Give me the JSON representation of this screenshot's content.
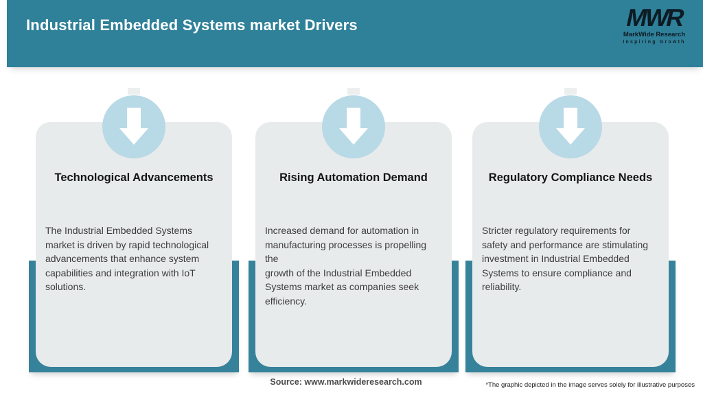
{
  "header": {
    "title": "Industrial Embedded Systems market Drivers",
    "logo": {
      "acronym": "MWR",
      "name": "MarkWide Research",
      "tagline": "Inspiring Growth"
    }
  },
  "cards": [
    {
      "icon": "down-arrow-icon",
      "title": "Technological Advancements",
      "description": "The Industrial Embedded Systems\nmarket is driven by rapid technological\nadvancements that enhance system\ncapabilities and integration with IoT\nsolutions."
    },
    {
      "icon": "down-arrow-icon",
      "title": "Rising Automation Demand",
      "description": "Increased demand for automation in\nmanufacturing processes is propelling the\ngrowth of the Industrial Embedded\nSystems market as companies seek\nefficiency."
    },
    {
      "icon": "down-arrow-icon",
      "title": "Regulatory Compliance Needs",
      "description": "Stricter regulatory requirements for\nsafety and performance are stimulating\ninvestment in Industrial Embedded\nSystems to ensure compliance and\nreliability."
    }
  ],
  "footer": {
    "source": "Source: www.markwideresearch.com",
    "disclaimer": "*The graphic depicted in the image serves solely for illustrative purposes"
  },
  "colors": {
    "header_teal": "#2f8099",
    "backing_teal": "#37829b",
    "card_gray": "#e8ebeb",
    "circle_blue": "#b8d9e6",
    "arrow_white": "#ffffff"
  }
}
